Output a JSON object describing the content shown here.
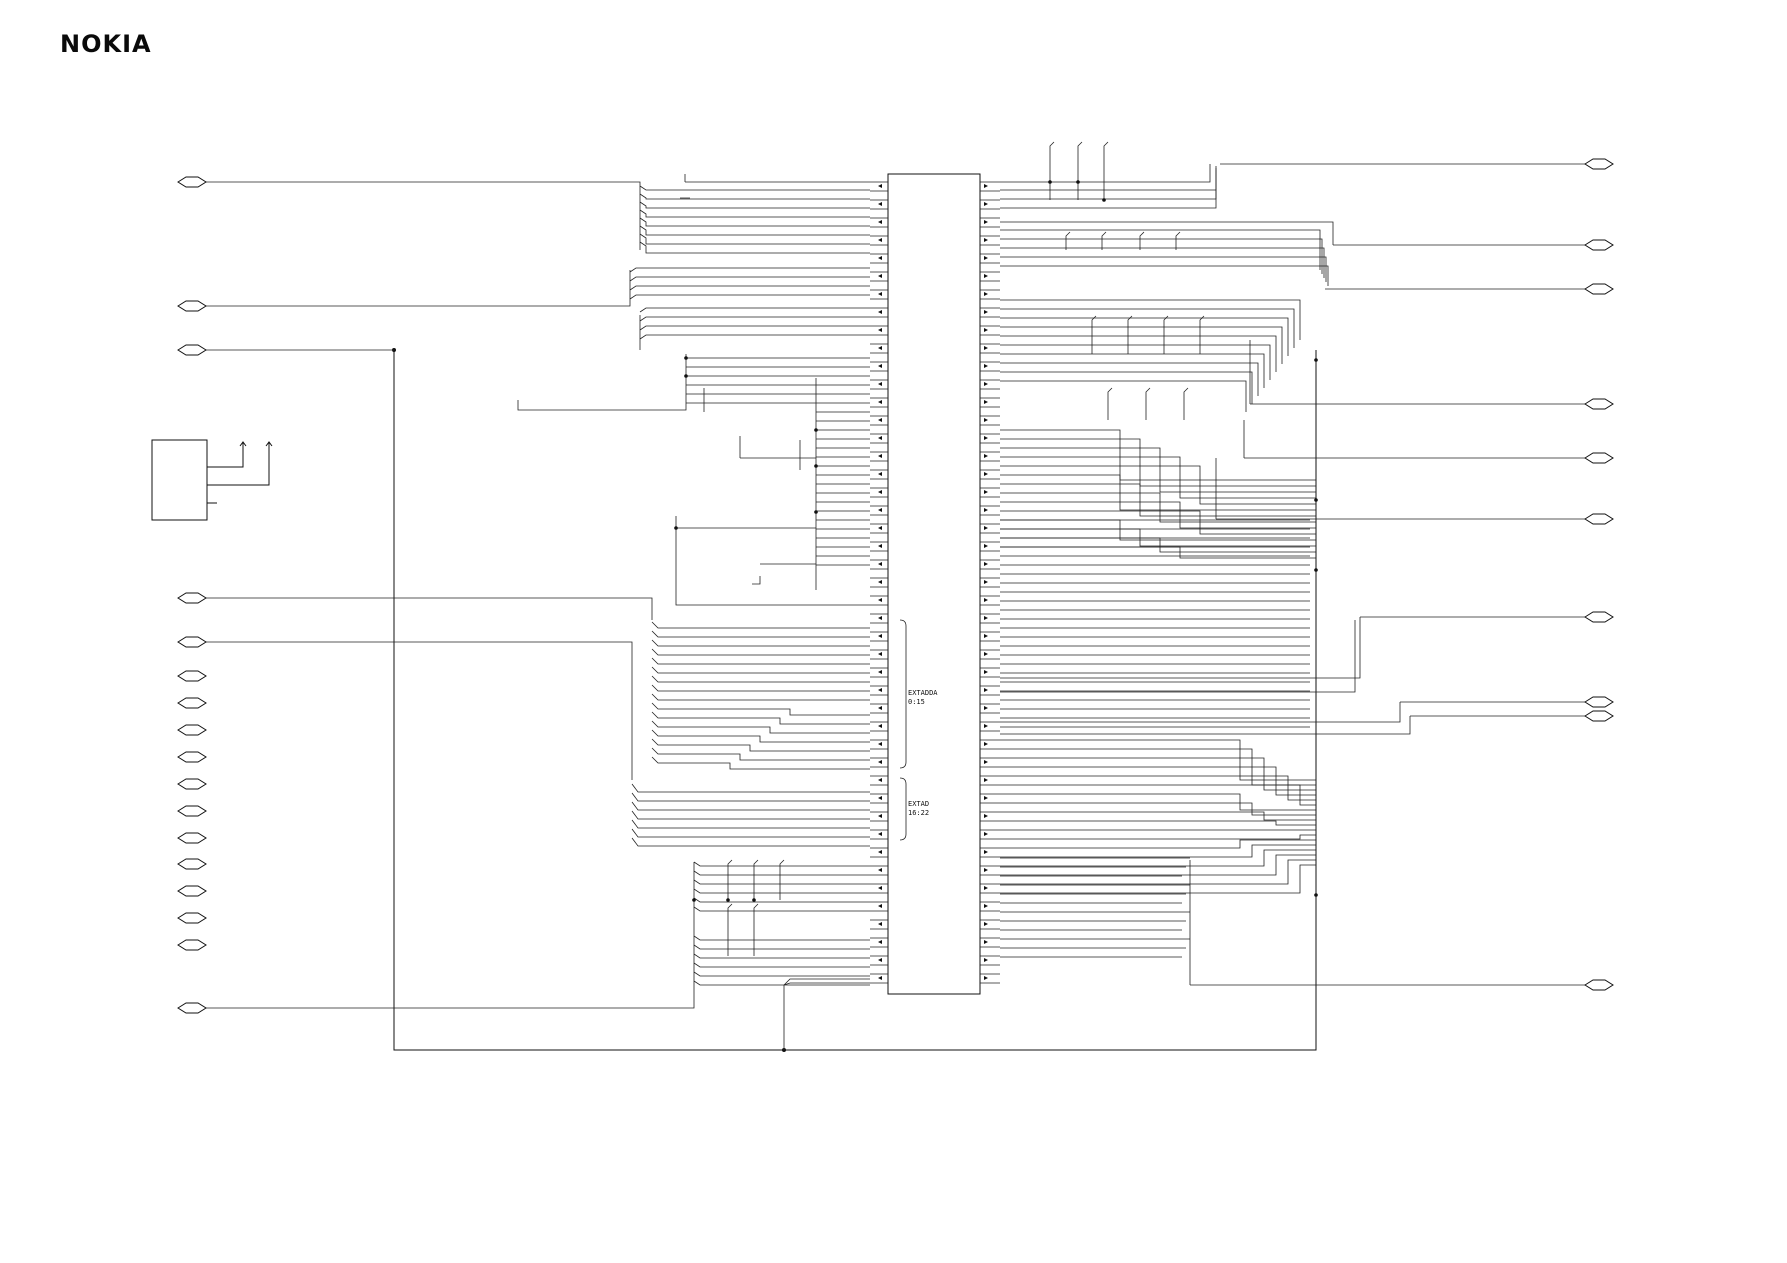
{
  "header": {
    "logo_text": "NOKIA"
  },
  "ic": {
    "bus_label_1_line1": "EXTADDA",
    "bus_label_1_line2": "0:15",
    "bus_label_2_line1": "EXTAD",
    "bus_label_2_line2": "16:22"
  }
}
